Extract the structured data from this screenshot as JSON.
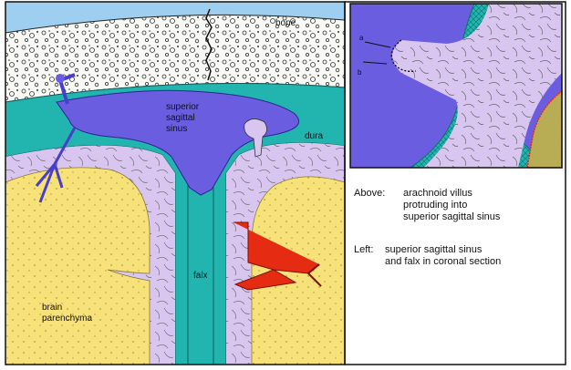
{
  "labels": {
    "bone": "bone",
    "sinus_line1": "superior",
    "sinus_line2": "sagittal",
    "sinus_line3": "sinus",
    "dura": "dura",
    "falx": "falx",
    "brain_line1": "brain",
    "brain_line2": "parenchyma",
    "inset_a": "a",
    "inset_b": "b"
  },
  "captions": {
    "above_key": "Above:",
    "above_line1": "arachnoid villus",
    "above_line2": "protruding into",
    "above_line3": "superior sagittal sinus",
    "left_key": "Left:",
    "left_line1": "superior sagittal sinus",
    "left_line2": "and falx in coronal section"
  },
  "colors": {
    "sky": "#9ecff0",
    "bone": "#f6f6f2",
    "dura": "#22b5b0",
    "sinus": "#6a5de0",
    "arachnoid": "#d9c6f0",
    "brain": "#f7e27a",
    "vessel": "#e52b12",
    "frame": "#111111"
  }
}
